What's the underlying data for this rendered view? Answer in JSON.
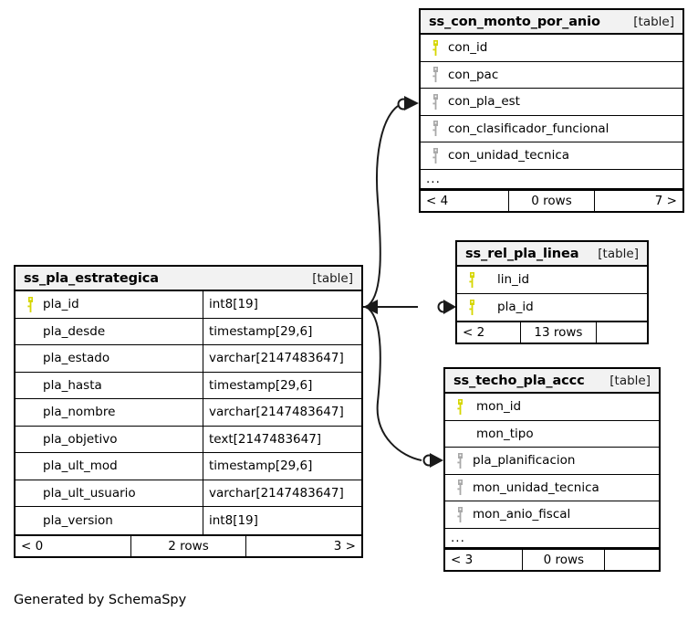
{
  "diagram": {
    "caption": "Generated by SchemaSpy",
    "kind_label": "[table]",
    "ellipsis": "...",
    "colors": {
      "primary_key": "#d6d600",
      "foreign_key": "#a8a8a8",
      "header_background": "#f2f2f2",
      "border": "#000000",
      "background": "#ffffff"
    }
  },
  "tables": [
    {
      "id": "ss_con_monto_por_anio",
      "name": "ss_con_monto_por_anio",
      "kind": "[table]",
      "columns": [
        {
          "name": "con_id",
          "key": "primary",
          "type": ""
        },
        {
          "name": "con_pac",
          "key": "foreign",
          "type": ""
        },
        {
          "name": "con_pla_est",
          "key": "foreign",
          "type": ""
        },
        {
          "name": "con_clasificador_funcional",
          "key": "foreign",
          "type": ""
        },
        {
          "name": "con_unidad_tecnica",
          "key": "foreign",
          "type": ""
        }
      ],
      "has_ellipsis": true,
      "footer": {
        "left": "< 4",
        "middle": "0 rows",
        "right": "7 >"
      }
    },
    {
      "id": "ss_pla_estrategica",
      "name": "ss_pla_estrategica",
      "kind": "[table]",
      "columns": [
        {
          "name": "pla_id",
          "key": "primary",
          "type": "int8[19]"
        },
        {
          "name": "pla_desde",
          "key": "none",
          "type": "timestamp[29,6]"
        },
        {
          "name": "pla_estado",
          "key": "none",
          "type": "varchar[2147483647]"
        },
        {
          "name": "pla_hasta",
          "key": "none",
          "type": "timestamp[29,6]"
        },
        {
          "name": "pla_nombre",
          "key": "none",
          "type": "varchar[2147483647]"
        },
        {
          "name": "pla_objetivo",
          "key": "none",
          "type": "text[2147483647]"
        },
        {
          "name": "pla_ult_mod",
          "key": "none",
          "type": "timestamp[29,6]"
        },
        {
          "name": "pla_ult_usuario",
          "key": "none",
          "type": "varchar[2147483647]"
        },
        {
          "name": "pla_version",
          "key": "none",
          "type": "int8[19]"
        }
      ],
      "has_ellipsis": false,
      "footer": {
        "left": "< 0",
        "middle": "2 rows",
        "right": "3 >"
      }
    },
    {
      "id": "ss_rel_pla_linea",
      "name": "ss_rel_pla_linea",
      "kind": "[table]",
      "columns": [
        {
          "name": "lin_id",
          "key": "primary",
          "type": ""
        },
        {
          "name": "pla_id",
          "key": "primary",
          "type": ""
        }
      ],
      "has_ellipsis": false,
      "footer": {
        "left": "< 2",
        "middle": "13 rows",
        "right": ""
      }
    },
    {
      "id": "ss_techo_pla_accc",
      "name": "ss_techo_pla_accc",
      "kind": "[table]",
      "columns": [
        {
          "name": "mon_id",
          "key": "primary",
          "type": ""
        },
        {
          "name": "mon_tipo",
          "key": "none",
          "type": ""
        },
        {
          "name": "pla_planificacion",
          "key": "foreign",
          "type": ""
        },
        {
          "name": "mon_unidad_tecnica",
          "key": "foreign",
          "type": ""
        },
        {
          "name": "mon_anio_fiscal",
          "key": "foreign",
          "type": ""
        }
      ],
      "has_ellipsis": true,
      "footer": {
        "left": "< 3",
        "middle": "0 rows",
        "right": ""
      }
    }
  ],
  "relationships": [
    {
      "from": "ss_pla_estrategica.pla_id",
      "to": "ss_con_monto_por_anio.con_pla_est"
    },
    {
      "from": "ss_pla_estrategica.pla_id",
      "to": "ss_rel_pla_linea.pla_id"
    },
    {
      "from": "ss_pla_estrategica.pla_id",
      "to": "ss_techo_pla_accc.pla_planificacion"
    }
  ]
}
